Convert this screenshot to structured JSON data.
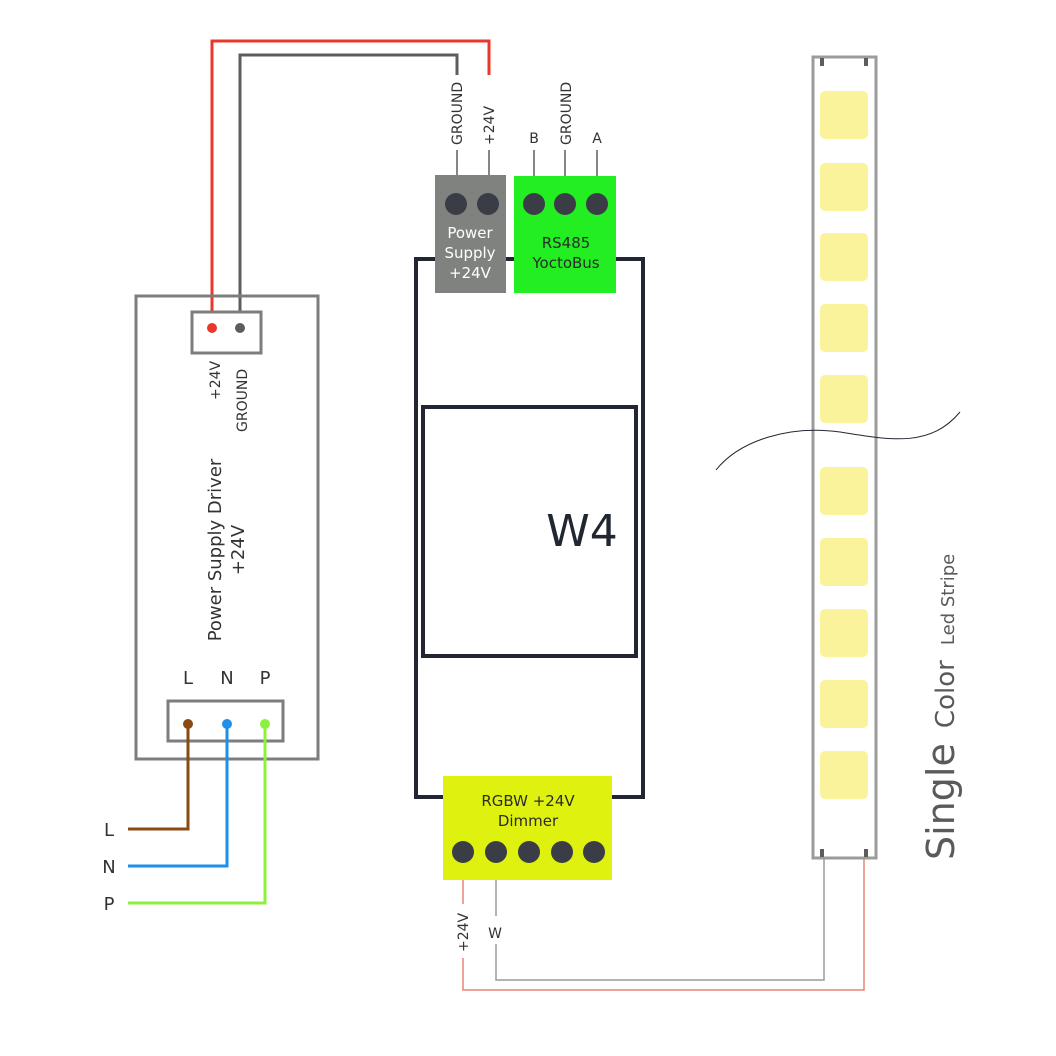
{
  "colors": {
    "background": "#ffffff",
    "box_stroke": "#7d7d7d",
    "module_stroke": "#222632",
    "wire_red": "#e8382b",
    "wire_gray": "#5d5d5d",
    "wire_brown": "#8a4a12",
    "wire_blue": "#1f8fe8",
    "wire_green": "#8df03a",
    "terminal_gray": "#808280",
    "terminal_green": "#22ee22",
    "terminal_yellow": "#dff20f",
    "screw": "#3a3d46",
    "led": "#fbf39c",
    "strip_out_gray": "#9b9b9b",
    "strip_out_red": "#e78576"
  },
  "psu": {
    "title_line1": "Power Supply Driver",
    "title_line2": "+24V",
    "out_plus": "+24V",
    "out_ground": "GROUND",
    "in_l": "L",
    "in_n": "N",
    "in_p": "P"
  },
  "mains": {
    "l": "L",
    "n": "N",
    "p": "P"
  },
  "module": {
    "name": "W4",
    "power_line1": "Power",
    "power_line2": "Supply",
    "power_line3": "+24V",
    "power_ground": "GROUND",
    "power_plus": "+24V",
    "rs485_line1": "RS485",
    "rs485_line2": "YoctoBus",
    "rs485_b": "B",
    "rs485_ground": "GROUND",
    "rs485_a": "A",
    "dimmer_line1": "RGBW +24V",
    "dimmer_line2": "Dimmer",
    "dimmer_plus": "+24V",
    "dimmer_w": "W"
  },
  "strip": {
    "word_single": "Single",
    "word_color": "Color",
    "word_led": "Led Stripe"
  }
}
